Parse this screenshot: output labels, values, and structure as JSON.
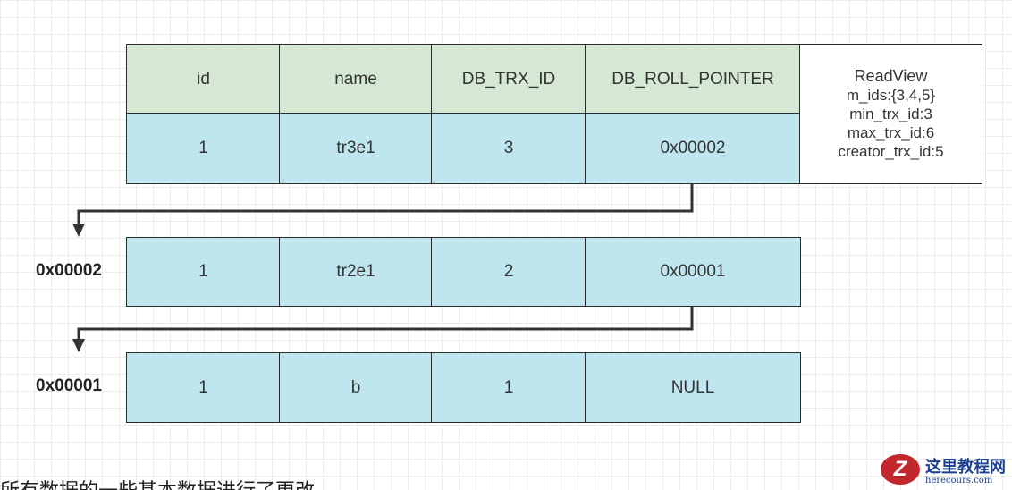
{
  "current_row": {
    "headers": [
      "id",
      "name",
      "DB_TRX_ID",
      "DB_ROLL_POINTER"
    ],
    "values": [
      "1",
      "tr3e1",
      "3",
      "0x00002"
    ]
  },
  "read_view": {
    "title": "ReadView",
    "m_ids": "m_ids:{3,4,5}",
    "min_trx_id": "min_trx_id:3",
    "max_trx_id": "max_trx_id:6",
    "creator_trx_id": "creator_trx_id:5"
  },
  "undo_log": [
    {
      "address": "0x00002",
      "values": [
        "1",
        "tr2e1",
        "2",
        "0x00001"
      ]
    },
    {
      "address": "0x00001",
      "values": [
        "1",
        "b",
        "1",
        "NULL"
      ]
    }
  ],
  "watermark": {
    "badge": "Z",
    "name": "这里教程网",
    "url": "herecours.com"
  },
  "caption": "所有数据的一些基本数据进行了更改"
}
